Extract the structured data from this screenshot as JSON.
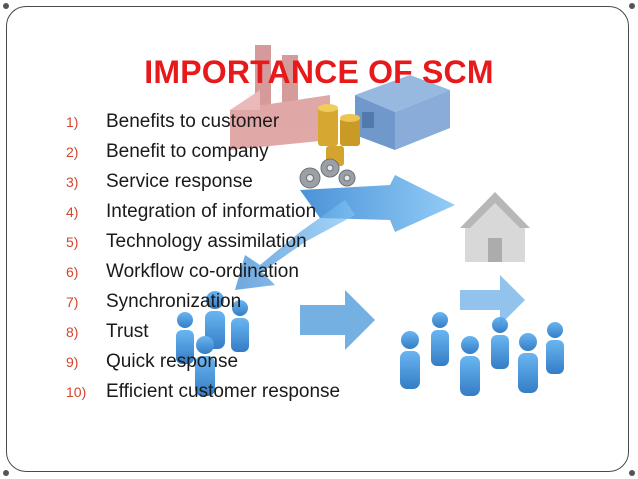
{
  "title": "IMPORTANCE OF SCM",
  "items": [
    {
      "num": "1)",
      "text": "Benefits to customer"
    },
    {
      "num": "2)",
      "text": "Benefit to company"
    },
    {
      "num": "3)",
      "text": "Service response"
    },
    {
      "num": "4)",
      "text": "Integration of information"
    },
    {
      "num": "5)",
      "text": "Technology assimilation"
    },
    {
      "num": "6)",
      "text": "Workflow co-ordination"
    },
    {
      "num": "7)",
      "text": "Synchronization"
    },
    {
      "num": "8)",
      "text": "Trust"
    },
    {
      "num": "9)",
      "text": "Quick response"
    },
    {
      "num": "10)",
      "text": "Efficient customer response"
    }
  ],
  "colors": {
    "title": "#e8191b",
    "number": "#d2452e",
    "text": "#1a1a1a",
    "accent": "#3a8fd6"
  },
  "icons": [
    "factory-icon",
    "warehouse-icon",
    "coin-stack-icon",
    "gear-icon",
    "house-icon",
    "person-icon",
    "arrow-icon"
  ]
}
